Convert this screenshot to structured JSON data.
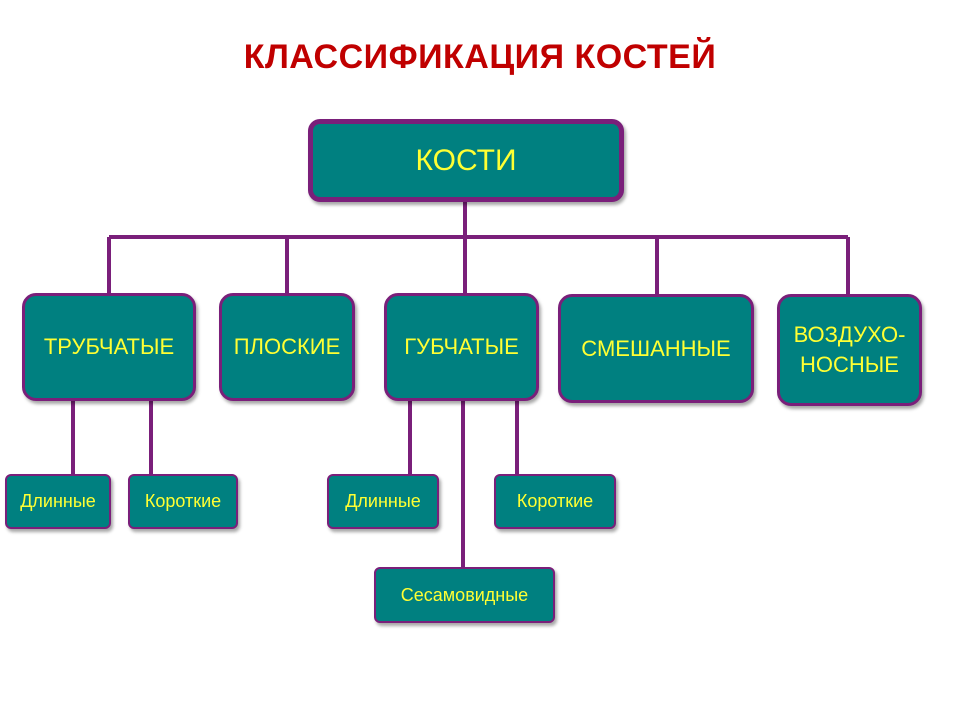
{
  "title": "КЛАССИФИКАЦИЯ КОСТЕЙ",
  "root": "КОСТИ",
  "categories": {
    "tubular": "ТРУБЧАТЫЕ",
    "flat": "ПЛОСКИЕ",
    "spongy": "ГУБЧАТЫЕ",
    "mixed": "СМЕШАННЫЕ",
    "air": "ВОЗДУХО-НОСНЫЕ"
  },
  "leaves": {
    "tubular_long": "Длинные",
    "tubular_short": "Короткие",
    "spongy_long": "Длинные",
    "spongy_short": "Короткие",
    "spongy_sesamoid": "Сесамовидные"
  },
  "colors": {
    "box_fill": "#008080",
    "box_border": "#7a1f7a",
    "box_text": "#ffff33",
    "title": "#c00000",
    "connector": "#7a1f7a"
  }
}
